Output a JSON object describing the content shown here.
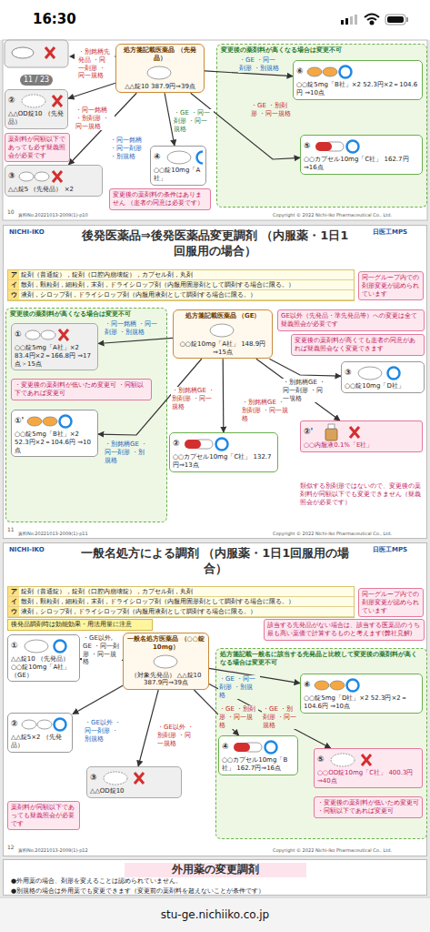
{
  "diagram": {
    "nodes": [
      {
        "text": [
          "変更後の薬剤料が高くなる場合は変更不可"
        ]
      },
      {
        "text": [
          "処方箋記載医薬品 （先発品）",
          "△△錠10 387.9円⇒39点"
        ]
      },
      {
        "text": [
          "②",
          "△△OD錠10 （先発品）"
        ]
      },
      {
        "text": [
          "薬剤料が同額以下であっても必ず疑義照会が必要です"
        ]
      },
      {
        "text": [
          "③",
          "△△錠5 （先発品） ×2"
        ]
      },
      {
        "text": [
          "④",
          "○○錠10mg「A社」"
        ]
      },
      {
        "text": [
          "変更後の薬剤料の条件はありません （患者の同意は必要です）"
        ]
      },
      {
        "text": [
          "⑥",
          "○○錠5mg「B社」×2 52.3円×2＝104.6円 ⇒10点"
        ],
        "in": 0
      },
      {
        "text": [
          "⑤",
          "○○カプセル10mg「C社」 162.7円⇒16点"
        ],
        "in": 0
      },
      {
        "text": [
          "後発医薬品⇒後発医薬品変更調剤 （内服薬・1日1回服用の場合）"
        ]
      },
      {
        "text": [
          "ア",
          "錠剤（普通錠），錠剤（口腔内崩壊錠），カプセル剤，丸剤",
          "イ",
          "散剤，顆粒剤，細粒剤，末剤，ドライシロップ剤（内服用固形剤として調剤する場合に限る。）",
          "ウ",
          "液剤，シロップ剤，ドライシロップ剤（内服用液剤として調剤する場合に限る。）"
        ],
        "in": 9
      },
      {
        "text": [
          "同一グループ内での剤形変更が認められています"
        ],
        "in": 9
      },
      {
        "text": [
          "変更後の薬剤料が高くなる場合は変更不可"
        ],
        "in": 9
      },
      {
        "text": [
          "①",
          "○○錠5mg「A社」×2 83.4円×2＝166.8円 ⇒17点＞15点"
        ],
        "in": 12
      },
      {
        "text": [
          "・変更後の薬剤料が低いため変更可 ・同額以下であれば変更可"
        ],
        "in": 12
      },
      {
        "text": [
          "①'",
          "○○錠5mg「B社」×2 52.3円×2＝104.6円 ⇒10点"
        ],
        "in": 12
      },
      {
        "text": [
          "処方箋記載医薬品 （GE）",
          "○○錠10mg「A社」 148.9円⇒15点"
        ],
        "in": 9
      },
      {
        "text": [
          "GE以外（先発品・準先発品等）への変更は全て疑義照会が必要です"
        ],
        "in": 9
      },
      {
        "text": [
          "変更後の薬剤料が高くても患者の同意があれば疑義照会なく変更できます"
        ],
        "in": 9
      },
      {
        "text": [
          "③",
          "○○錠10mg「D社」"
        ],
        "in": 9
      },
      {
        "text": [
          "②",
          "○○カプセル10mg「C社」 132.7円⇒13点"
        ],
        "in": 9
      },
      {
        "text": [
          "②'",
          "○○内服液0.1%「E社」"
        ],
        "in": 9
      },
      {
        "text": [
          "一般名処方による調剤 （内服薬・1日1回服用の場合）"
        ]
      },
      {
        "text": [
          "ア",
          "錠剤（普通錠），錠剤（口腔内崩壊錠），カプセル剤，丸剤",
          "イ",
          "散剤，顆粒剤，細粒剤，末剤，ドライシロップ剤（内服用固形剤として調剤する場合に限る。）",
          "ウ",
          "液剤，シロップ剤，ドライシロップ剤（内服用液剤として調剤する場合に限る。）"
        ],
        "in": 22
      },
      {
        "text": [
          "同一グループ内での剤形変更が認められています"
        ],
        "in": 22
      },
      {
        "text": [
          "後発品調剤時は効能効果・用法用量に注意"
        ],
        "in": 22
      },
      {
        "text": [
          "①",
          "△△錠10 （先発品）",
          "○○錠10mg「A社」（GE）"
        ],
        "in": 22
      },
      {
        "text": [
          "一般名処方医薬品 （○○錠10mg）",
          "（対象先発品） △△錠10 387.9円⇒39点"
        ],
        "in": 22
      },
      {
        "text": [
          "該当する先発品がない場合は、該当する医薬品のうち最も高い薬価で計算するものと考えます(弊社見解)"
        ],
        "in": 22
      },
      {
        "text": [
          "処方箋記載一般名に該当する先発品と比較して変更後の薬剤料が高くなる場合は変更不可"
        ],
        "in": 22
      },
      {
        "text": [
          "⑥",
          "○○錠5mg「D社」×2 52.3円×2＝104.6円 ⇒10点"
        ],
        "in": 29
      },
      {
        "text": [
          "②",
          "△△錠5×2 （先発品）"
        ],
        "in": 22
      },
      {
        "text": [
          "③",
          "△△OD錠10"
        ],
        "in": 22
      },
      {
        "text": [
          "薬剤料が同額以下であっても疑義照会が必要です"
        ],
        "in": 22
      },
      {
        "text": [
          "④",
          "○○カプセル10mg「B社」 162.7円⇒16点"
        ],
        "in": 29
      },
      {
        "text": [
          "⑤",
          "○○OD錠10mg「C社」 400.3円⇒40点"
        ],
        "in": 29
      },
      {
        "text": [
          "・変更後の薬剤料が低いため変更可 ・同額以下であれば変更可"
        ],
        "in": 29
      },
      {
        "text": [
          "外用薬の変更調剤"
        ]
      }
    ],
    "edges": [
      {
        "from": 1,
        "to": 2,
        "arrow": "to",
        "label": "・同一銘柄 ・別剤形 ・同一規格"
      },
      {
        "from": 1,
        "to": 4,
        "arrow": "to",
        "label": "・同一銘柄 ・同一剤形 ・別規格"
      },
      {
        "from": 1,
        "to": 5,
        "arrow": "to",
        "label": "・GE ・同一剤形 ・同一規格"
      },
      {
        "from": 1,
        "to": 7,
        "arrow": "to",
        "label": "・GE ・同一剤形 ・別規格"
      },
      {
        "from": 1,
        "to": 8,
        "arrow": "to",
        "label": "・GE ・別剤形 ・同一規格"
      },
      {
        "from": 16,
        "to": 13,
        "arrow": "to",
        "label": "・同一銘柄 ・同一剤形 ・別規格"
      },
      {
        "from": 16,
        "to": 15,
        "arrow": "to",
        "label": "・別銘柄GE ・同一剤形 ・別規格"
      },
      {
        "from": 16,
        "to": 19,
        "arrow": "to",
        "label": "・別銘柄GE ・同一剤形 ・同一規格"
      },
      {
        "from": 16,
        "to": 20,
        "arrow": "to",
        "label": "・別銘柄GE ・別剤形 ・同一規格"
      },
      {
        "from": 16,
        "to": 21,
        "arrow": "to",
        "label": "・別銘柄GE ・別剤形 ・同一規格"
      },
      {
        "from": 27,
        "to": 26,
        "arrow": "to",
        "label": "・GE以外, GE ・同一剤形 ・同一規格"
      },
      {
        "from": 27,
        "to": 31,
        "arrow": "to",
        "label": "・GE以外 ・同一剤形 ・別規格"
      },
      {
        "from": 27,
        "to": 32,
        "arrow": "to",
        "label": "・GE以外 ・別剤形 ・同一規格"
      },
      {
        "from": 27,
        "to": 30,
        "arrow": "to",
        "label": "・GE ・同一剤形 ・別規格"
      },
      {
        "from": 27,
        "to": 34,
        "arrow": "to",
        "label": "・GE ・別剤形 ・同一規格"
      },
      {
        "from": 27,
        "to": 35,
        "arrow": "to",
        "label": "・GE ・別剤形 ・同一規格"
      }
    ],
    "labels": [
      "16:30",
      "11 / 23",
      "・別銘柄先発品 ・同一剤形 ・同一規格",
      "10",
      "資料No.20221013-2009(1)-p10",
      "Copyright © 2022 Nichi-Iko Pharmaceutical Co., Ltd.",
      "NICHI-IKO",
      "日医工MPS",
      "類似する別剤形ではないので、変更後の薬剤料が同額以下でも変更できません（疑義照会が必要です）",
      "11",
      "資料No.20221013-2009(1)-p11",
      "Copyright © 2022 Nichi-Iko Pharmaceutical Co., Ltd.",
      "NICHI-IKO",
      "日医工MPS",
      "12",
      "資料No.20221013-2009(1)-p12",
      "Copyright © 2022 Nichi-Iko Pharmaceutical Co., Ltd.",
      "●外用薬の場合、剤形を変えることは認められていません。",
      "●別規格の場合は外用薬でも変更できます（変更前の薬剤料を超えないことが条件です）",
      "stu-ge.nichiiko.co.jp"
    ]
  }
}
